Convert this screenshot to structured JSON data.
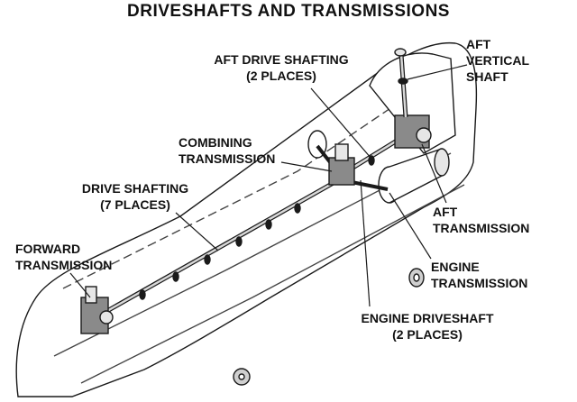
{
  "title": "DRIVESHAFTS AND TRANSMISSIONS",
  "labels": {
    "aft_vertical_shaft": "AFT\nVERTICAL\nSHAFT",
    "aft_drive_shafting": "AFT DRIVE SHAFTING\n(2 PLACES)",
    "combining_transmission": "COMBINING\nTRANSMISSION",
    "drive_shafting": "DRIVE SHAFTING\n(7 PLACES)",
    "forward_transmission": "FORWARD\nTRANSMISSION",
    "aft_transmission": "AFT\nTRANSMISSION",
    "engine_transmission": "ENGINE\nTRANSMISSION",
    "engine_driveshaft": "ENGINE DRIVESHAFT\n(2 PLACES)"
  },
  "colors": {
    "line": "#1a1a1a",
    "hull_fill": "#ffffff",
    "shadow": "#cfcfcf",
    "part_fill": "#e6e6e6",
    "dark_part": "#8a8a8a"
  }
}
